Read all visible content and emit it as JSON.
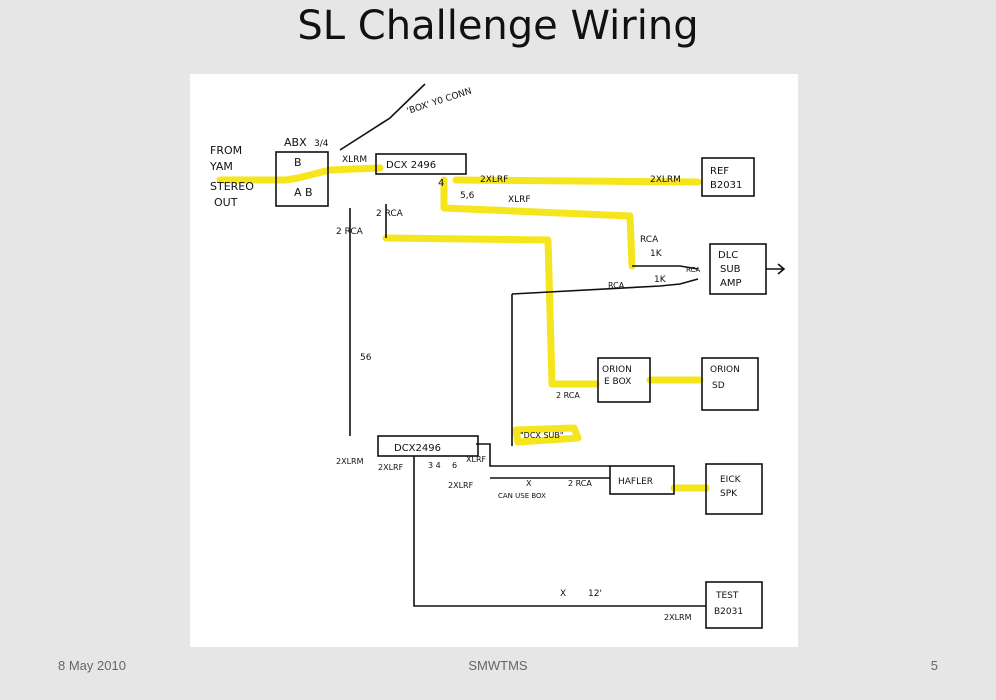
{
  "slide": {
    "title": "SL Challenge Wiring",
    "footer_date": "8 May 2010",
    "footer_center": "SMWTMS",
    "page_number": "5"
  },
  "diagram": {
    "source_label_1": "FROM",
    "source_label_2": "YAM",
    "source_label_3": "STEREO",
    "source_label_4": "OUT",
    "abx_label": "ABX",
    "abx_switch_top": "B",
    "abx_switch_bottom": "A B",
    "abx_note": "3/4",
    "abx_xlrm": "XLRM",
    "box_note": "'BOX' Y0 CONN",
    "dcx_top_label": "DCX 2496",
    "out_4": "4",
    "out_56": "5,6",
    "lines_2xlrf": "2XLRF",
    "lines_xlrf": "XLRF",
    "lines_2xlrm": "2XLRM",
    "ref_label_1": "REF",
    "ref_label_2": "B2031",
    "rca_left": "2 RCA",
    "rca_mid": "2 RCA",
    "rca_1k_top": "RCA",
    "res_1k_top": "1K",
    "res_1k_bottom": "1K",
    "rca_bottom_small": "RCA",
    "rca_dlc_in": "RCA",
    "dlc_label_1": "DLC",
    "dlc_label_2": "SUB",
    "dlc_label_3": "AMP",
    "v56_label": "56",
    "orion_box_1": "ORION",
    "orion_box_2": "E BOX",
    "orion_rca": "2 RCA",
    "orion_right_1": "ORION",
    "orion_right_2": "SD",
    "dcx_sub_note": "\"DCX SUB\"",
    "dcx_bottom_label": "DCX2496",
    "bottom_2xlrm": "2XLRM",
    "bottom_2xlrf_in": "2XLRF",
    "bottom_34": "3 4",
    "bottom_6": "6",
    "bottom_xlrf_out": "XLRF",
    "bottom_2xlrf_out": "2XLRF",
    "bottom_x": "X",
    "bottom_2rca": "2 RCA",
    "can_use_box": "CAN USE BOX",
    "hafler_label": "HAFLER",
    "eick_label_1": "EICK",
    "eick_label_2": "SPK",
    "test_x": "X",
    "test_12": "12'",
    "test_2xlrm": "2XLRM",
    "test_label_1": "TEST",
    "test_label_2": "B2031"
  },
  "colors": {
    "highlight": "#f5e51c",
    "ink": "#111111"
  }
}
